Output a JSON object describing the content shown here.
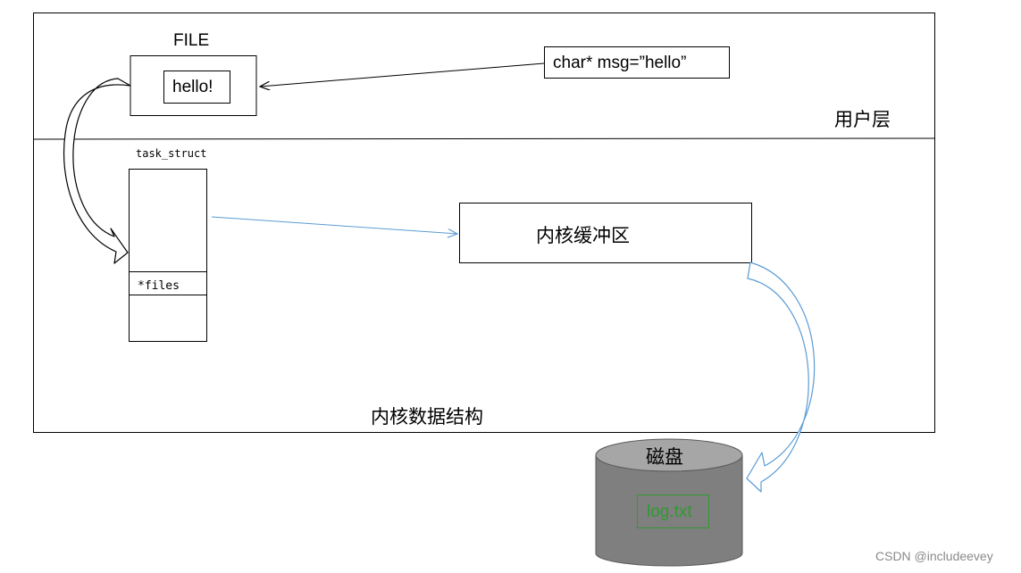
{
  "labels": {
    "file_struct": "FILE",
    "file_content": "hello!",
    "user_code": "char* msg=”hello”",
    "user_layer": "用户层",
    "task_struct": "task_struct",
    "files_field": "*files",
    "kernel_buffer": "内核缓冲区",
    "kernel_data_structures": "内核数据结构",
    "disk": "磁盘",
    "disk_file": "log.txt",
    "watermark": "CSDN @includeevey"
  },
  "colors": {
    "stroke": "#000000",
    "flow_arrow": "#5b9bd5",
    "disk_top": "#a6a6a6",
    "disk_body": "#7f7f7f",
    "disk_file_border": "#2f9b2f",
    "disk_file_text": "#2f9b2f",
    "watermark": "#8a8a8a"
  }
}
